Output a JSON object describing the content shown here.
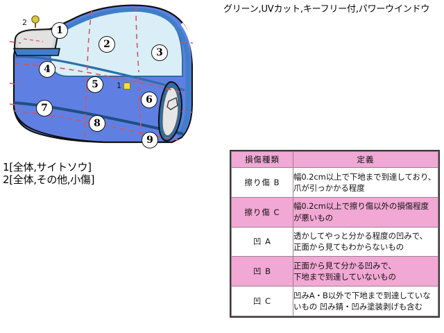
{
  "spec_caption": "グリーン,UVカット,キーフリー付,パワーウインドウ",
  "diagram": {
    "name": "front-door-damage-diagram",
    "callouts": [
      {
        "id": "1",
        "label": "1"
      },
      {
        "id": "2",
        "label": "2"
      },
      {
        "id": "3",
        "label": "3"
      },
      {
        "id": "4",
        "label": "4"
      },
      {
        "id": "5",
        "label": "5"
      },
      {
        "id": "6",
        "label": "6"
      },
      {
        "id": "7",
        "label": "7"
      },
      {
        "id": "8",
        "label": "8"
      },
      {
        "id": "9",
        "label": "9"
      }
    ],
    "markers": [
      {
        "id": "marker-1",
        "label": "1",
        "glyph": "square-marker",
        "color": "#f2e13c"
      },
      {
        "id": "marker-2",
        "label": "2",
        "glyph": "pin-marker",
        "color": "#c8b43c"
      }
    ],
    "colors": {
      "body": "#5f80e2",
      "body_shade": "#4a6ad2",
      "glass": "#d9eef6",
      "trim": "#2d6ea8",
      "accent_dashed": "#d4545c",
      "outline": "#101010"
    }
  },
  "notes": [
    "1[全体,サイトソウ]",
    "2[全体,その他,小傷]"
  ],
  "damage_table": {
    "headers": [
      "損傷種類",
      "定義"
    ],
    "rows": [
      {
        "type": "擦り傷  B",
        "definition": "幅0.2cm以上で下地まで到達しており、\n爪が引っかかる程度",
        "shade": "white"
      },
      {
        "type": "擦り傷  C",
        "definition": "幅0.2cm以上で擦り傷以外の損傷程度\nが悪いもの",
        "shade": "pink"
      },
      {
        "type": "凹  A",
        "definition": "透かしてやっと分かる程度の凹みで、\n正面から見てもわからないもの",
        "shade": "white"
      },
      {
        "type": "凹  B",
        "definition": "正面から見て分かる凹みで、\n下地まで到達していないもの",
        "shade": "pink"
      },
      {
        "type": "凹  C",
        "definition": "凹みA・B以外で下地まで到達していな\nいもの  凹み錆・凹み塗装剥げも含む",
        "shade": "white"
      }
    ],
    "header_color": "#f0a8d4",
    "row_pink_color": "#f2a8d4"
  }
}
